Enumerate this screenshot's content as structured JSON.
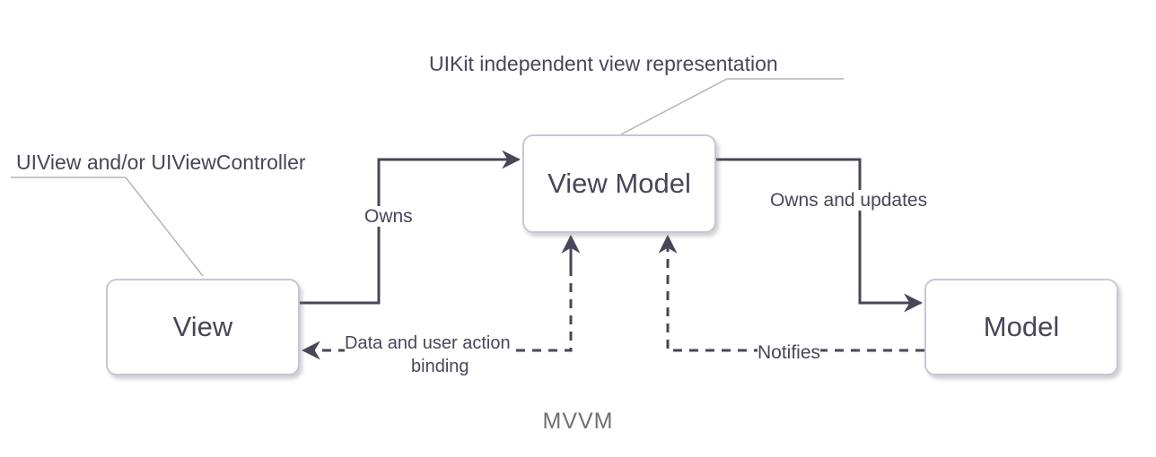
{
  "diagram": {
    "caption": "MVVM",
    "nodes": {
      "view": "View",
      "view_model": "View Model",
      "model": "Model"
    },
    "notes": {
      "view_note": "UIView and/or UIViewController",
      "view_model_note": "UIKit independent view representation"
    },
    "edges": {
      "view_owns_vm": "Owns",
      "vm_owns_model": "Owns and updates",
      "binding_line1": "Data and user action",
      "binding_line2": "binding",
      "model_notifies_vm": "Notifies"
    },
    "colors": {
      "line": "#4a4558",
      "box_border": "#c9c5d6",
      "note_line": "#b0b0b0",
      "text": "#4a4558"
    }
  }
}
